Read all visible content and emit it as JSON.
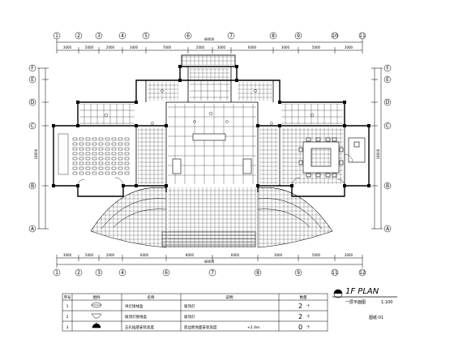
{
  "title": {
    "plan_label": "1F PLAN",
    "plan_subtitle": "一层平面图",
    "scale": "1:100"
  },
  "sheet_code": "图纸-01",
  "dimensions": {
    "top_total": "48000",
    "top_segments": [
      "3000",
      "5000",
      "2000",
      "3000",
      "7000",
      "2000",
      "3000",
      "6000",
      "3000",
      "5000",
      "3000"
    ],
    "bottom_total": "48000",
    "bottom_segments": [
      "3000",
      "5000",
      "2000",
      "6000",
      "8000",
      "6000",
      "3000",
      "5000",
      "3000"
    ],
    "left_total": "18000",
    "right_total": "18000"
  },
  "grid_axes": {
    "columns": [
      "1",
      "2",
      "3",
      "4",
      "5",
      "6",
      "7",
      "8",
      "9",
      "10",
      "11",
      "12"
    ],
    "rows": [
      "A",
      "B",
      "C",
      "D",
      "E",
      "F"
    ]
  },
  "legend": {
    "headers": [
      "序号",
      "图例",
      "名称",
      "说明",
      "数量"
    ],
    "rows": [
      {
        "no": "1",
        "icon": "pendant-lamp-icon",
        "name": "吊灯接线盒",
        "desc": "吸顶灯",
        "qty": "2",
        "unit": "个"
      },
      {
        "no": "2",
        "icon": "ceiling-lamp-icon",
        "name": "吸顶灯接线盒",
        "desc": "吸顶灯",
        "qty": "2",
        "unit": "个"
      },
      {
        "no": "3",
        "icon": "socket-icon",
        "name": "五孔插座安装高度",
        "desc": "底边距地面安装高度",
        "height_note": "+2.4m",
        "qty": "0",
        "unit": "个"
      }
    ]
  }
}
